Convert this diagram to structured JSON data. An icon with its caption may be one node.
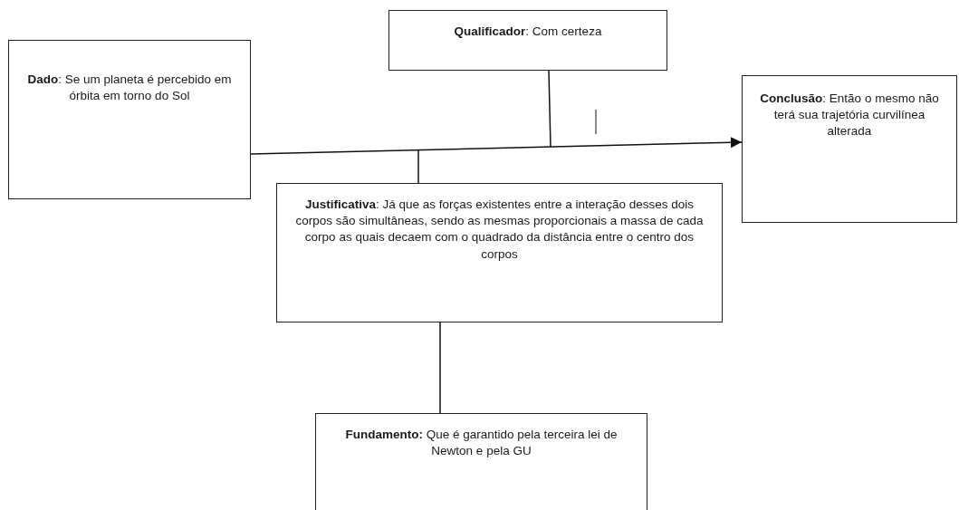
{
  "diagram": {
    "nodes": [
      {
        "text": [
          "**Dado**: Se um planeta é percebido em órbita em torno do Sol"
        ]
      },
      {
        "text": [
          "**Qualificador**: Com certeza"
        ]
      },
      {
        "text": [
          "**Conclusão**: Então o mesmo não terá sua trajetória curvilínea alterada"
        ]
      },
      {
        "text": [
          "**Justificativa**: Já que as forças existentes entre a interação desses dois corpos são simultâneas, sendo as mesmas proporcionais a massa de cada corpo as quais decaem com o quadrado da distância entre o centro dos corpos"
        ]
      },
      {
        "text": [
          "**Fundamento:** Que é garantido pela terceira lei de Newton e pela GU"
        ]
      }
    ],
    "edges": [
      {
        "from": 0,
        "to": 2,
        "arrow": "to"
      },
      {
        "from": 1,
        "to": null,
        "arrow": "none"
      },
      {
        "from": 3,
        "to": null,
        "arrow": "none"
      },
      {
        "from": 3,
        "to": 4,
        "arrow": "none"
      }
    ]
  }
}
